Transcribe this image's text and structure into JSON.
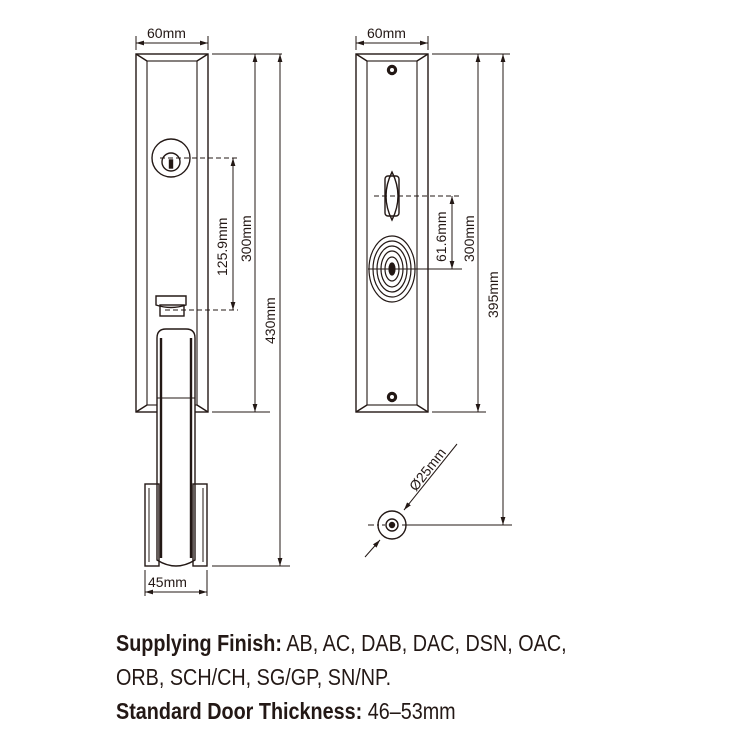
{
  "diagram": {
    "left_view": {
      "width_label": "60mm",
      "cylinder_to_thumb_label": "125.9mm",
      "center_distance_label": "300mm",
      "total_height_label": "430mm",
      "handle_width_label": "45mm"
    },
    "right_view": {
      "width_label": "60mm",
      "turn_to_knob_label": "61.6mm",
      "center_distance_label": "300mm",
      "total_height_label": "395mm",
      "rose_diameter_label": "Ø25mm"
    },
    "line_color": "#231815"
  },
  "specs": {
    "finish_label": "Supplying Finish:",
    "finish_values_line1": "AB, AC, DAB, DAC, DSN, OAC,",
    "finish_values_line2": "ORB, SCH/CH, SG/GP, SN/NP.",
    "thickness_label": "Standard Door Thickness:",
    "thickness_value": "46–53mm"
  }
}
